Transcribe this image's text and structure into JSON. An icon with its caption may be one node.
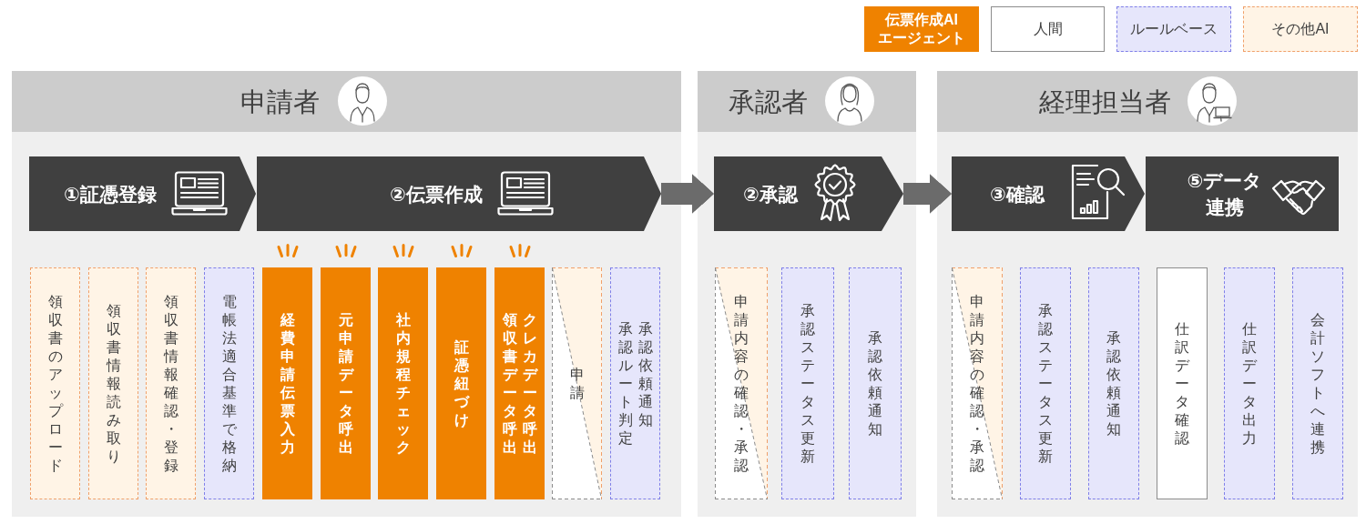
{
  "diagram": {
    "nodes": [
      {
        "text": [
          "申請者"
        ]
      },
      {
        "text": [
          "①証憑登録"
        ],
        "in": 0
      },
      {
        "text": [
          "②伝票作成"
        ],
        "in": 0
      },
      {
        "text": [
          "領収書のアップロード"
        ],
        "in": 0
      },
      {
        "text": [
          "領収書情報読み取り"
        ],
        "in": 0
      },
      {
        "text": [
          "領収書情報確認・登録"
        ],
        "in": 0
      },
      {
        "text": [
          "電帳法適合基準で格納"
        ],
        "in": 0
      },
      {
        "text": [
          "経費申請伝票入力"
        ],
        "in": 0
      },
      {
        "text": [
          "元申請データ呼出"
        ],
        "in": 0
      },
      {
        "text": [
          "社内規程チェック"
        ],
        "in": 0
      },
      {
        "text": [
          "証憑紐づけ"
        ],
        "in": 0
      },
      {
        "text": [
          "領収書データ呼出",
          "クレカデータ呼出"
        ],
        "in": 0
      },
      {
        "text": [
          "申請"
        ],
        "in": 0
      },
      {
        "text": [
          "承認ルート判定",
          "承認依頼通知"
        ],
        "in": 0
      },
      {
        "text": [
          "承認者"
        ]
      },
      {
        "text": [
          "②承認"
        ],
        "in": 14
      },
      {
        "text": [
          "申請内容の確認・承認"
        ],
        "in": 14
      },
      {
        "text": [
          "承認ステータス更新"
        ],
        "in": 14
      },
      {
        "text": [
          "承認依頼通知"
        ],
        "in": 14
      },
      {
        "text": [
          "経理担当者"
        ]
      },
      {
        "text": [
          "③確認"
        ],
        "in": 19
      },
      {
        "text": [
          "⑤データ連携"
        ],
        "in": 19
      },
      {
        "text": [
          "申請内容の確認・承認"
        ],
        "in": 19
      },
      {
        "text": [
          "承認ステータス更新"
        ],
        "in": 19
      },
      {
        "text": [
          "承認依頼通知"
        ],
        "in": 19
      },
      {
        "text": [
          "仕訳データ確認"
        ],
        "in": 19
      },
      {
        "text": [
          "仕訳データ出力"
        ],
        "in": 19
      },
      {
        "text": [
          "会計ソフトへ連携"
        ],
        "in": 19
      }
    ],
    "edges": [
      {
        "from": 2,
        "to": 15,
        "arrow": "to"
      },
      {
        "from": 15,
        "to": 20,
        "arrow": "to"
      }
    ],
    "legend": [
      {
        "text": "伝票作成AIエージェント",
        "color": "#ef8200"
      },
      {
        "text": "人間",
        "color": "#ffffff"
      },
      {
        "text": "ルールベース",
        "color": "#e6e6fb"
      },
      {
        "text": "その他AI",
        "color": "#fff4e6"
      }
    ]
  }
}
